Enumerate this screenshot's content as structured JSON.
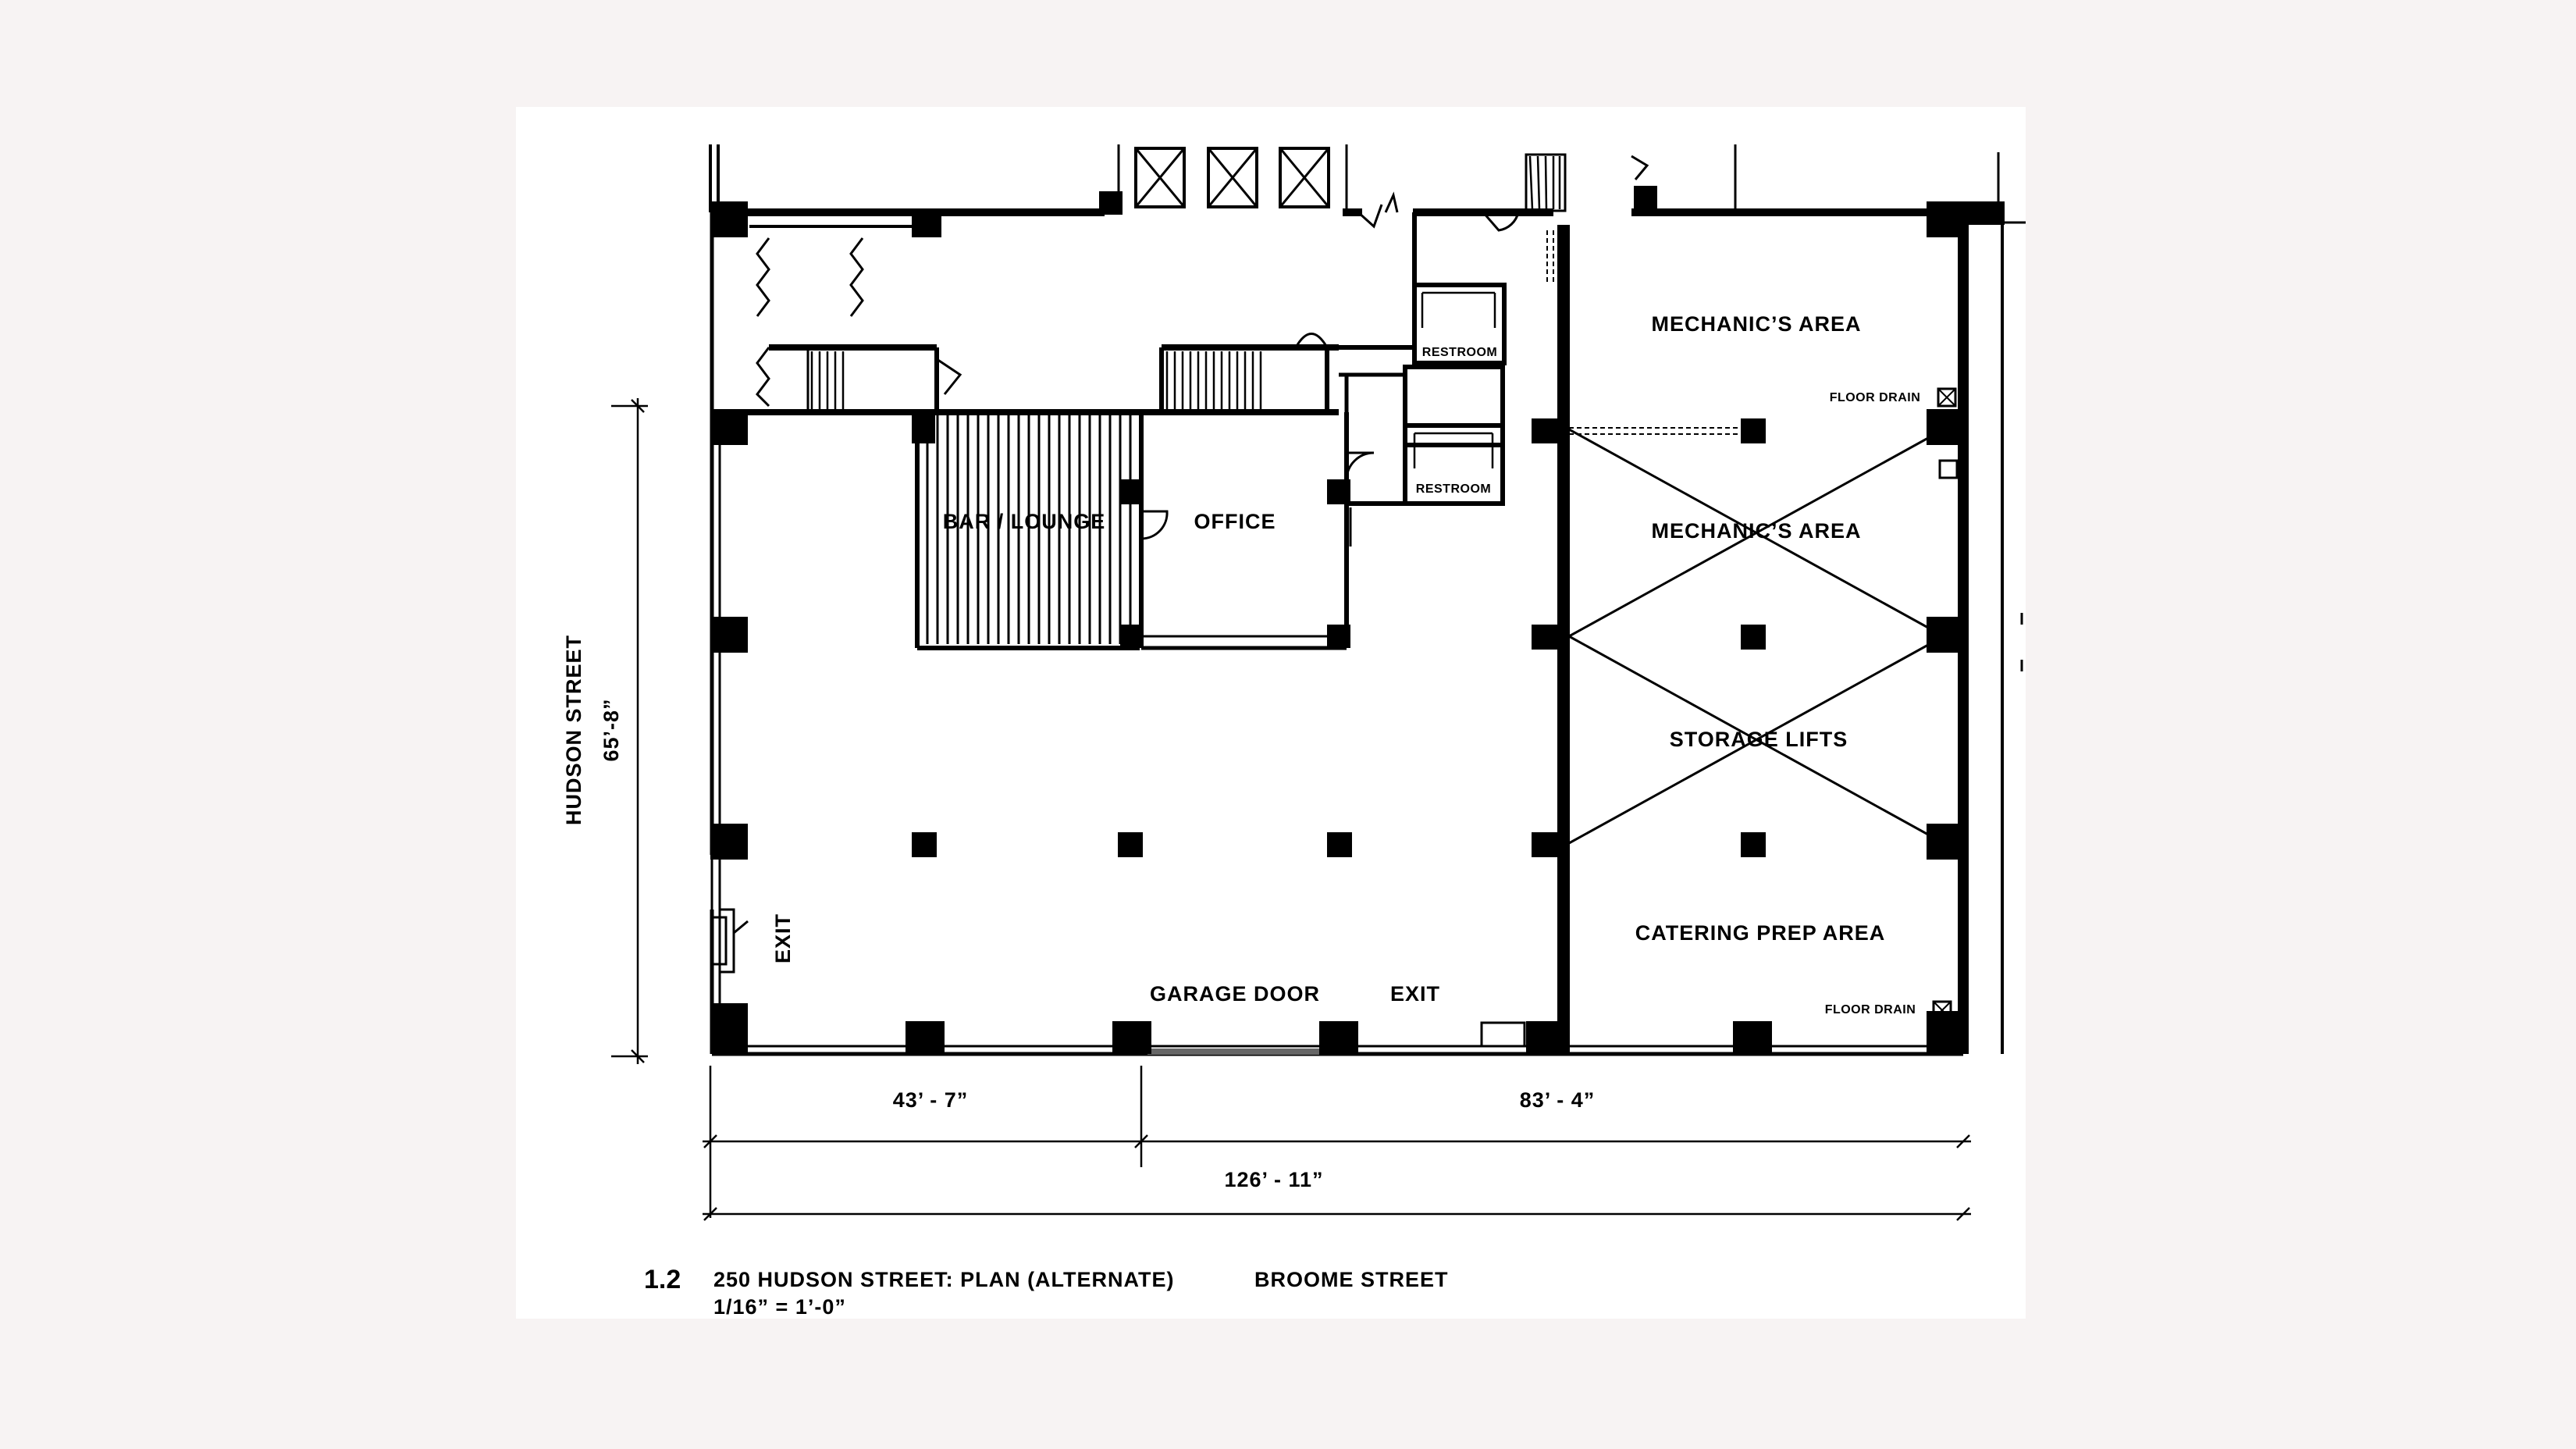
{
  "sheet": {
    "figure_number": "1.2",
    "title": "250 HUDSON STREET: PLAN (ALTERNATE)",
    "scale": "1/16” = 1’-0”",
    "street_bottom": "BROOME STREET",
    "street_left": "HUDSON STREET"
  },
  "rooms": {
    "bar_lounge": "BAR / LOUNGE",
    "office": "OFFICE",
    "restroom_1": "RESTROOM",
    "restroom_2": "RESTROOM",
    "mechanics_area_1": "MECHANIC’S AREA",
    "mechanics_area_2": "MECHANIC’S AREA",
    "storage_lifts": "STORAGE LIFTS",
    "catering_prep_area": "CATERING PREP AREA",
    "floor_drain_1": "FLOOR DRAIN",
    "floor_drain_2": "FLOOR DRAIN",
    "garage_door": "GARAGE DOOR",
    "exit_bottom": "EXIT",
    "exit_side": "EXIT"
  },
  "dimensions": {
    "depth": "65’-8”",
    "left_width": "43’ - 7”",
    "right_width": "83’ - 4”",
    "total_width": "126’ - 11”"
  }
}
